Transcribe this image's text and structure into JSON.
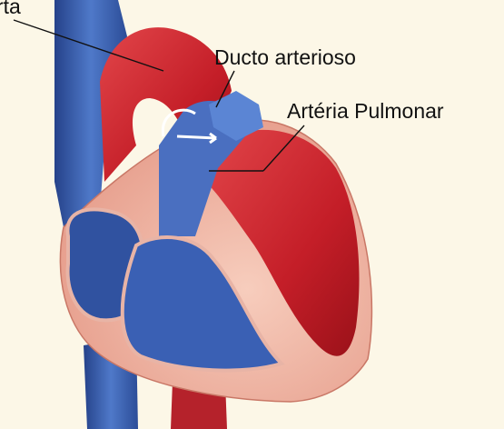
{
  "labels": {
    "aorta": "rta",
    "ductus": "Ducto arterioso",
    "pulmonary": "Artéria Pulmonar"
  },
  "colors": {
    "background": "#fcf7e7",
    "oxygenated_red": "#c8202a",
    "deoxygenated_blue": "#3358a8",
    "tissue_pink": "#f1b8a8"
  }
}
